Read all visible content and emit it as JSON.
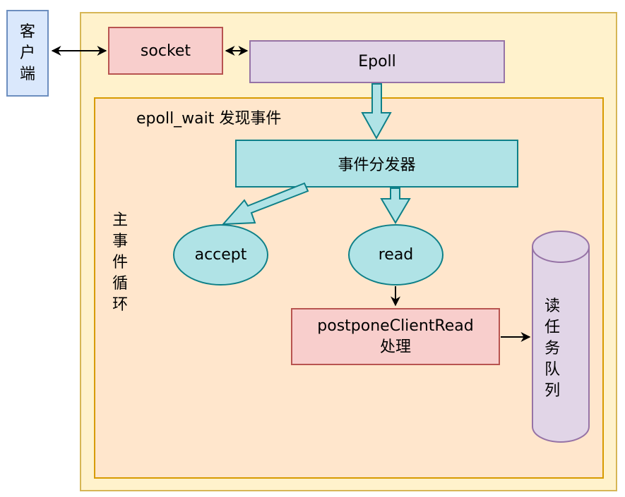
{
  "client": {
    "label": "客户端"
  },
  "socket": {
    "label": "socket"
  },
  "epoll": {
    "label": "Epoll"
  },
  "epoll_wait": {
    "label": "epoll_wait 发现事件"
  },
  "dispatcher": {
    "label": "事件分发器"
  },
  "main_loop": {
    "label": "主事件循环"
  },
  "accept": {
    "label": "accept"
  },
  "read": {
    "label": "read"
  },
  "postpone": {
    "line1": "postponeClientRead",
    "line2": "处理"
  },
  "queue": {
    "label": "读任务队列"
  },
  "colors": {
    "outer_fill": "#fff2cc",
    "inner_fill": "#ffe6cc",
    "client_fill": "#dae8fc",
    "socket_fill": "#f8cecc",
    "epoll_fill": "#e1d5e7",
    "cyan_fill": "#b0e3e6"
  }
}
